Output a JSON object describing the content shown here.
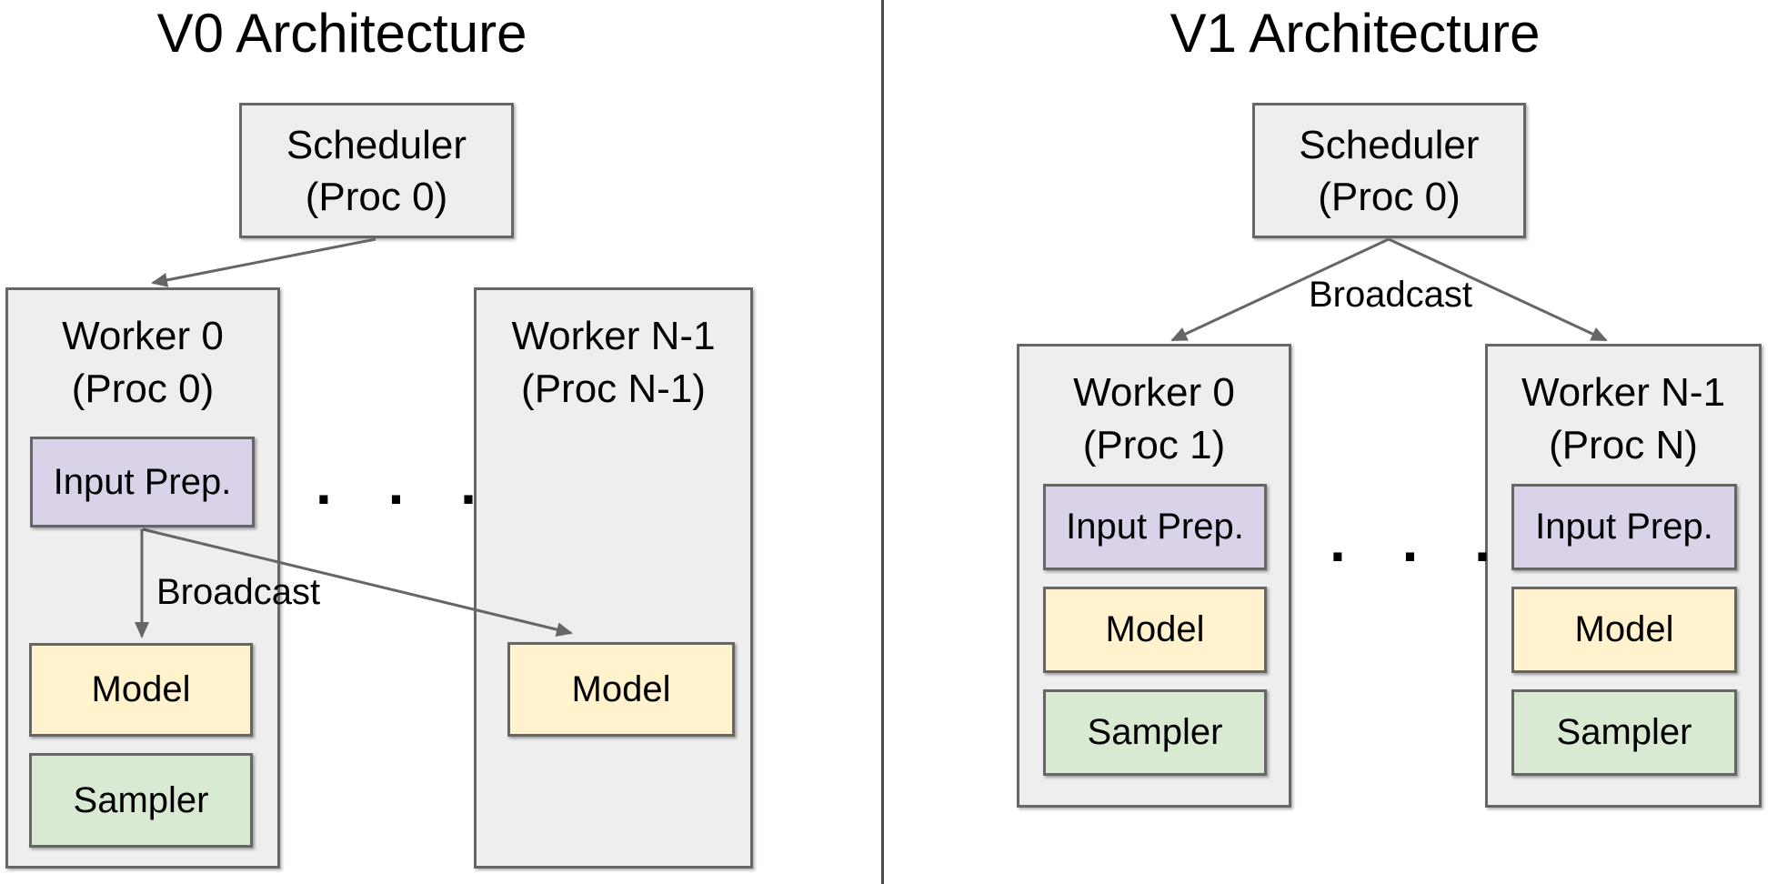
{
  "diagram": {
    "v0": {
      "title": "V0 Architecture",
      "scheduler": {
        "name": "Scheduler",
        "proc": "(Proc 0)"
      },
      "worker0": {
        "name": "Worker 0",
        "proc": "(Proc 0)"
      },
      "workerN": {
        "name": "Worker N-1",
        "proc": "(Proc N-1)"
      },
      "components": {
        "input_prep": "Input Prep.",
        "model": "Model",
        "sampler": "Sampler"
      },
      "broadcast_label": "Broadcast",
      "ellipsis": ". . ."
    },
    "v1": {
      "title": "V1 Architecture",
      "scheduler": {
        "name": "Scheduler",
        "proc": "(Proc 0)"
      },
      "worker0": {
        "name": "Worker 0",
        "proc": "(Proc 1)"
      },
      "workerN": {
        "name": "Worker N-1",
        "proc": "(Proc N)"
      },
      "components": {
        "input_prep": "Input Prep.",
        "model": "Model",
        "sampler": "Sampler"
      },
      "broadcast_label": "Broadcast",
      "ellipsis": ". . ."
    },
    "colors": {
      "container_fill": "#eeeeee",
      "input_prep_fill": "#d9d2e9",
      "model_fill": "#fff2cc",
      "sampler_fill": "#d9ead3",
      "border": "#666666",
      "arrow": "#666666",
      "divider": "#4a4a4a"
    }
  }
}
